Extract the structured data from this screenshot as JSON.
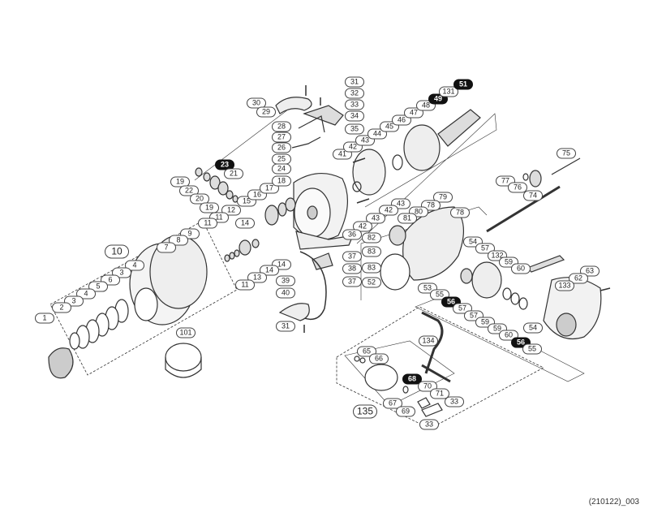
{
  "title": "Spinning reel exploded parts diagram",
  "diagram_code": "(210122)_003",
  "callouts": [
    {
      "label": "31"
    },
    {
      "label": "32"
    },
    {
      "label": "33"
    },
    {
      "label": "34"
    },
    {
      "label": "35"
    },
    {
      "label": "30"
    },
    {
      "label": "29"
    },
    {
      "label": "28"
    },
    {
      "label": "27"
    },
    {
      "label": "26"
    },
    {
      "label": "25"
    },
    {
      "label": "24"
    },
    {
      "label": "23",
      "dark": true
    },
    {
      "label": "21"
    },
    {
      "label": "19"
    },
    {
      "label": "22"
    },
    {
      "label": "20"
    },
    {
      "label": "19"
    },
    {
      "label": "12"
    },
    {
      "label": "11"
    },
    {
      "label": "11"
    },
    {
      "label": "15"
    },
    {
      "label": "16"
    },
    {
      "label": "17"
    },
    {
      "label": "18"
    },
    {
      "label": "14"
    },
    {
      "label": "9"
    },
    {
      "label": "8"
    },
    {
      "label": "7"
    },
    {
      "label": "10",
      "big": true
    },
    {
      "label": "41"
    },
    {
      "label": "42"
    },
    {
      "label": "43"
    },
    {
      "label": "44"
    },
    {
      "label": "45"
    },
    {
      "label": "46"
    },
    {
      "label": "47"
    },
    {
      "label": "48"
    },
    {
      "label": "49",
      "dark": true
    },
    {
      "label": "131"
    },
    {
      "label": "51",
      "dark": true
    },
    {
      "label": "43"
    },
    {
      "label": "42"
    },
    {
      "label": "43"
    },
    {
      "label": "42"
    },
    {
      "label": "79"
    },
    {
      "label": "78"
    },
    {
      "label": "80"
    },
    {
      "label": "81"
    },
    {
      "label": "78"
    },
    {
      "label": "36"
    },
    {
      "label": "14"
    },
    {
      "label": "14"
    },
    {
      "label": "13"
    },
    {
      "label": "11"
    },
    {
      "label": "37"
    },
    {
      "label": "38"
    },
    {
      "label": "37"
    },
    {
      "label": "39"
    },
    {
      "label": "40"
    },
    {
      "label": "31"
    },
    {
      "label": "101"
    },
    {
      "label": "4"
    },
    {
      "label": "3"
    },
    {
      "label": "6"
    },
    {
      "label": "5"
    },
    {
      "label": "4"
    },
    {
      "label": "3"
    },
    {
      "label": "2"
    },
    {
      "label": "1"
    },
    {
      "label": "75"
    },
    {
      "label": "77"
    },
    {
      "label": "76"
    },
    {
      "label": "74"
    },
    {
      "label": "82"
    },
    {
      "label": "83"
    },
    {
      "label": "83"
    },
    {
      "label": "52"
    },
    {
      "label": "54"
    },
    {
      "label": "57"
    },
    {
      "label": "132"
    },
    {
      "label": "59"
    },
    {
      "label": "60"
    },
    {
      "label": "63"
    },
    {
      "label": "62"
    },
    {
      "label": "133"
    },
    {
      "label": "53"
    },
    {
      "label": "55"
    },
    {
      "label": "56",
      "dark": true
    },
    {
      "label": "57"
    },
    {
      "label": "57"
    },
    {
      "label": "59"
    },
    {
      "label": "59"
    },
    {
      "label": "60"
    },
    {
      "label": "56",
      "dark": true
    },
    {
      "label": "55"
    },
    {
      "label": "54"
    },
    {
      "label": "134"
    },
    {
      "label": "65"
    },
    {
      "label": "66"
    },
    {
      "label": "68",
      "dark": true
    },
    {
      "label": "70"
    },
    {
      "label": "71"
    },
    {
      "label": "33"
    },
    {
      "label": "67"
    },
    {
      "label": "69"
    },
    {
      "label": "135",
      "big": true
    },
    {
      "label": "33"
    }
  ]
}
